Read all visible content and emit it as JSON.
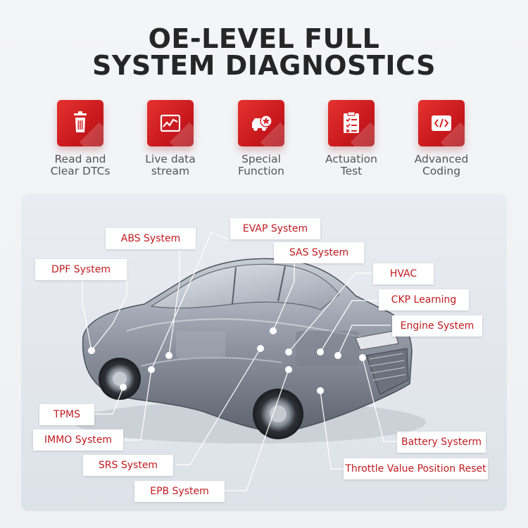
{
  "title": {
    "line1": "OE-LEVEL FULL",
    "line2": "SYSTEM DIAGNOSTICS"
  },
  "features": [
    {
      "icon": "trash-icon",
      "line1": "Read and",
      "line2": "Clear DTCs"
    },
    {
      "icon": "line-chart-icon",
      "line1": "Live data",
      "line2": "stream"
    },
    {
      "icon": "car-star-icon",
      "line1": "Special",
      "line2": "Function"
    },
    {
      "icon": "checklist-icon",
      "line1": "Actuation",
      "line2": "Test"
    },
    {
      "icon": "code-icon",
      "line1": "Advanced",
      "line2": "Coding"
    }
  ],
  "labels": {
    "abs": "ABS System",
    "evap": "EVAP System",
    "sas": "SAS System",
    "dpf": "DPF System",
    "hvac": "HVAC",
    "ckp": "CKP Learning",
    "engine": "Engine System",
    "tpms": "TPMS",
    "immo": "IMMO System",
    "srs": "SRS System",
    "epb": "EPB System",
    "battery": "Battery Systerm",
    "throttle": "Throttle Value Position Reset"
  },
  "colors": {
    "accent": "#c01b1f",
    "icon_bg": "#d8242a",
    "title": "#262626"
  }
}
